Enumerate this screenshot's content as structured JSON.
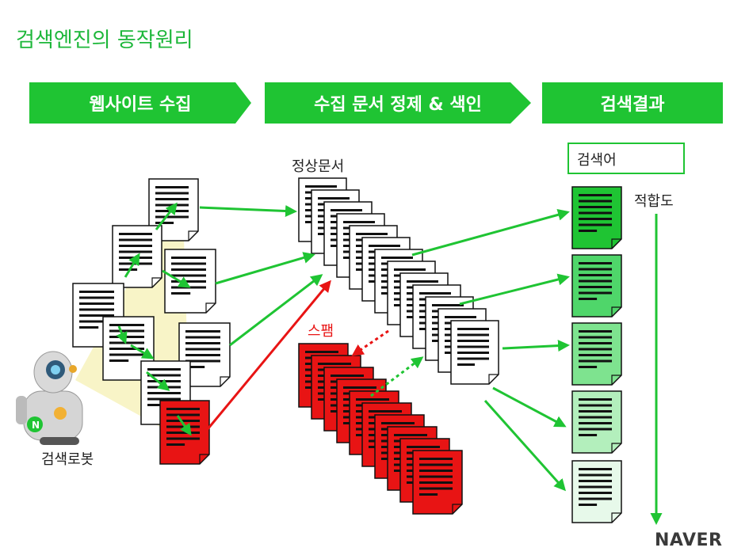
{
  "title": "검색엔진의 동작원리",
  "stages": {
    "crawl": "웹사이트 수집",
    "index": "수집 문서 정제 & 색인",
    "results": "검색결과"
  },
  "labels": {
    "normal_docs": "정상문서",
    "spam": "스팸",
    "robot": "검색로봇",
    "query": "검색어",
    "relevance": "적합도"
  },
  "logo": "NAVER",
  "colors": {
    "brand_green": "#1fc433",
    "title_green": "#1db73a",
    "spam_red": "#e81414",
    "result_shades": [
      "#1fc433",
      "#4fd66a",
      "#7ee38f",
      "#b3efbc",
      "#e7f9ea"
    ]
  },
  "icons": [
    "document-icon",
    "spam-document-icon",
    "search-robot-icon"
  ]
}
